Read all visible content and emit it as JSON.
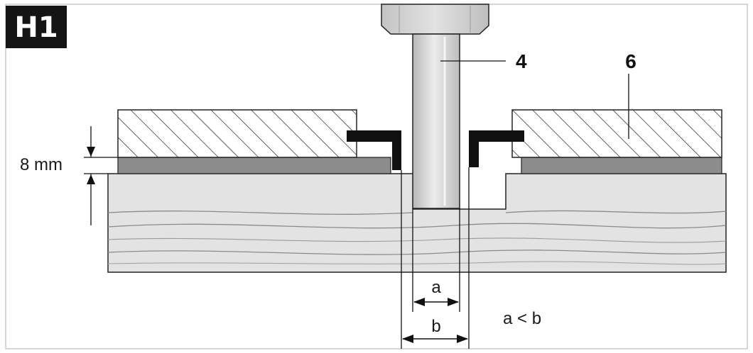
{
  "figure": {
    "badge": "H1",
    "callout_4": "4",
    "callout_6": "6",
    "dimension_label": "8 mm",
    "label_a": "a",
    "label_b": "b",
    "relation": "a < b"
  },
  "colors": {
    "frame": "#c8c8c8",
    "badge_bg": "#141414",
    "wood": "#e3e3e3",
    "wood_grain": "#8a8a8a",
    "sheet": "#8c8c8c",
    "shank": "#d2d2d2",
    "ink": "#111111"
  }
}
